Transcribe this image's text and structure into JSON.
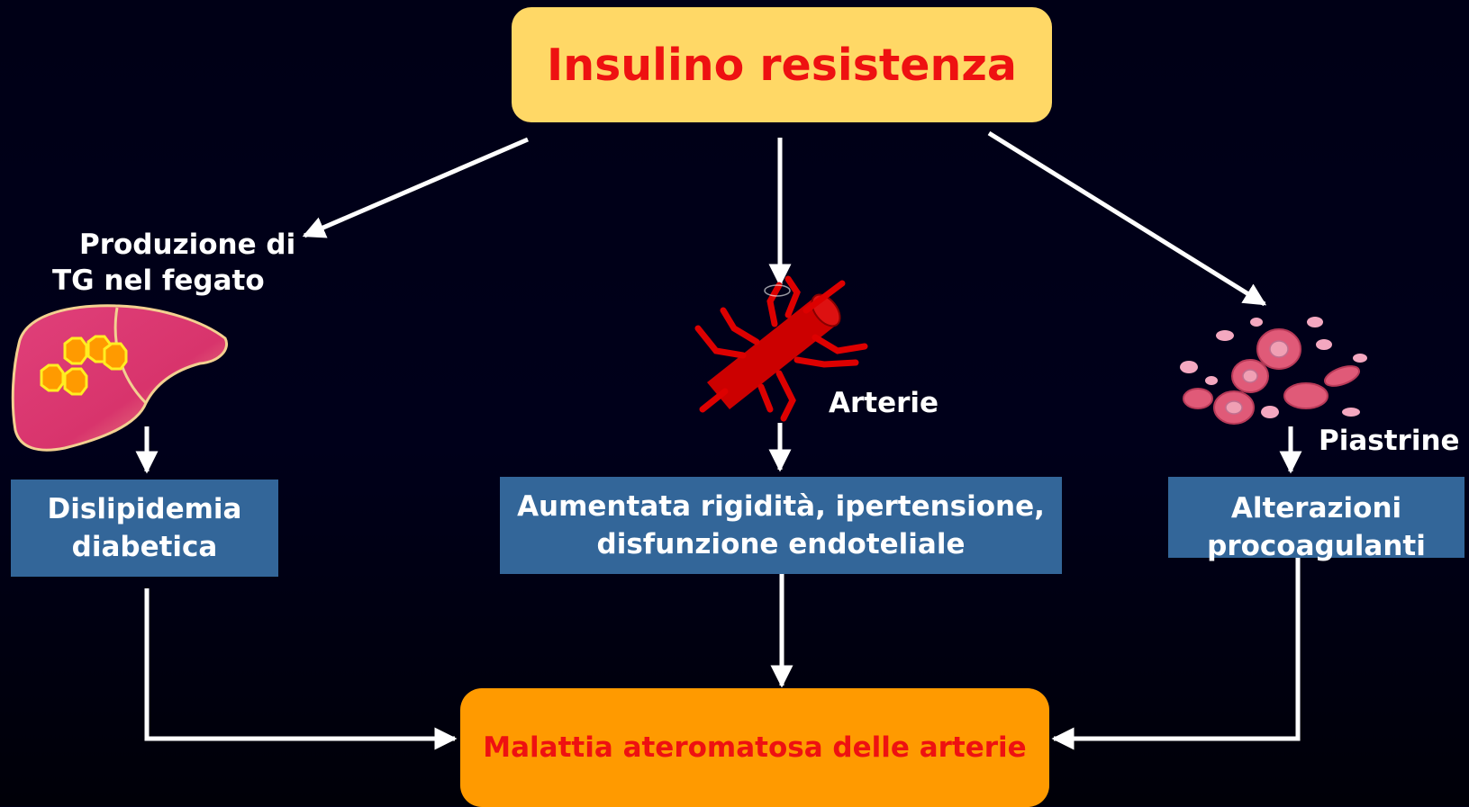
{
  "top_box": {
    "text": "Insulino resistenza"
  },
  "left_branch": {
    "label_line1": "Produzione di",
    "label_line2": "TG nel  fegato",
    "box_line1": "Dislipidemia",
    "box_line2": "diabetica",
    "illustration_icon": "liver-icon"
  },
  "middle_branch": {
    "label": "Arterie",
    "box_line1": "Aumentata rigidità, ipertensione,",
    "box_line2": "disfunzione endoteliale",
    "illustration_icon": "artery-icon"
  },
  "right_branch": {
    "label": "Piastrine",
    "box_line1": "Alterazioni",
    "box_line2": "procoagulanti",
    "illustration_icon": "platelets-icon"
  },
  "bottom_box": {
    "text": "Malattia ateromatosa delle arterie"
  },
  "colors": {
    "background": "#000016",
    "top_box": "#ffd866",
    "bottom_box": "#ff9a00",
    "blue_box": "#336699",
    "title_text": "#ee1111",
    "arrow": "#ffffff"
  }
}
